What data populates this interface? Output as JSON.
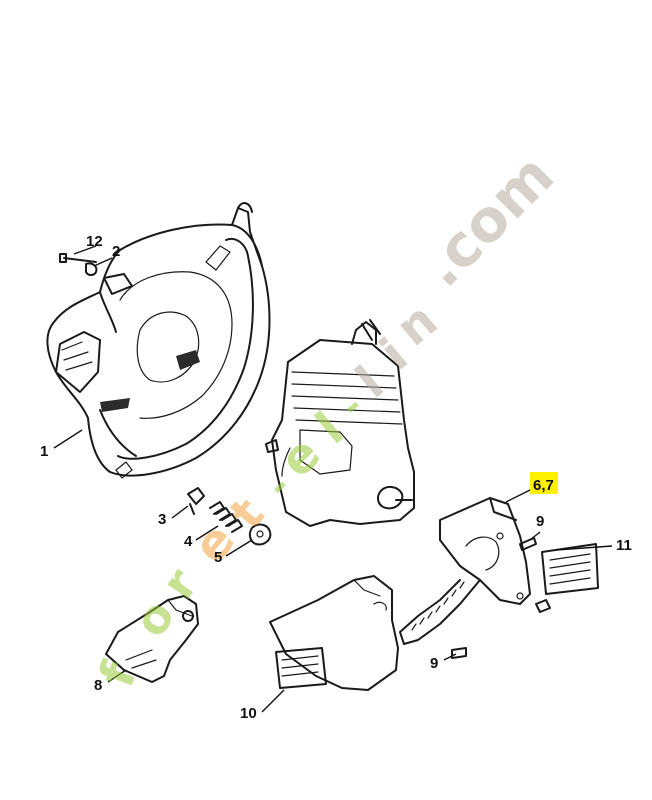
{
  "watermark": {
    "text_parts": [
      "f",
      "o",
      "r",
      "e",
      "t",
      "-",
      "e",
      "l",
      "-",
      "l",
      "i",
      "n",
      ".com"
    ],
    "colors": {
      "green": "#9ccc3c",
      "orange": "#f4a640",
      "grey": "#b5ad9f"
    }
  },
  "highlight_color": "#fff200",
  "callouts": {
    "c12": "12",
    "c2": "2",
    "c1": "1",
    "c3": "3",
    "c4": "4",
    "c5": "5",
    "c67": "6,7",
    "c9a": "9",
    "c11": "11",
    "c9b": "9",
    "c8": "8",
    "c10": "10"
  }
}
